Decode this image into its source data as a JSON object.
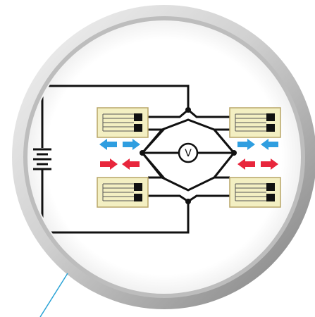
{
  "diagram": {
    "voltmeter": {
      "symbol": "V"
    },
    "colors": {
      "background": "#ffffff",
      "ring_light": "#e8e8e8",
      "ring_dark": "#8f8f8f",
      "wire": "#111111",
      "gauge_fill": "#f3efc2",
      "gauge_border": "#b8a568",
      "gauge_grid": "#555555",
      "arrow_blue": "#2f9ee0",
      "arrow_red": "#e8263c",
      "leader_line": "#2aa3d6"
    },
    "components": {
      "battery": "battery-icon",
      "voltmeter": "voltmeter-icon",
      "strain_gauges": [
        "strain-gauge-top-left",
        "strain-gauge-bottom-left",
        "strain-gauge-top-right",
        "strain-gauge-bottom-right"
      ],
      "arrows": [
        "tension-arrows-left",
        "compression-arrows-left",
        "tension-arrows-right",
        "compression-arrows-right"
      ]
    }
  }
}
